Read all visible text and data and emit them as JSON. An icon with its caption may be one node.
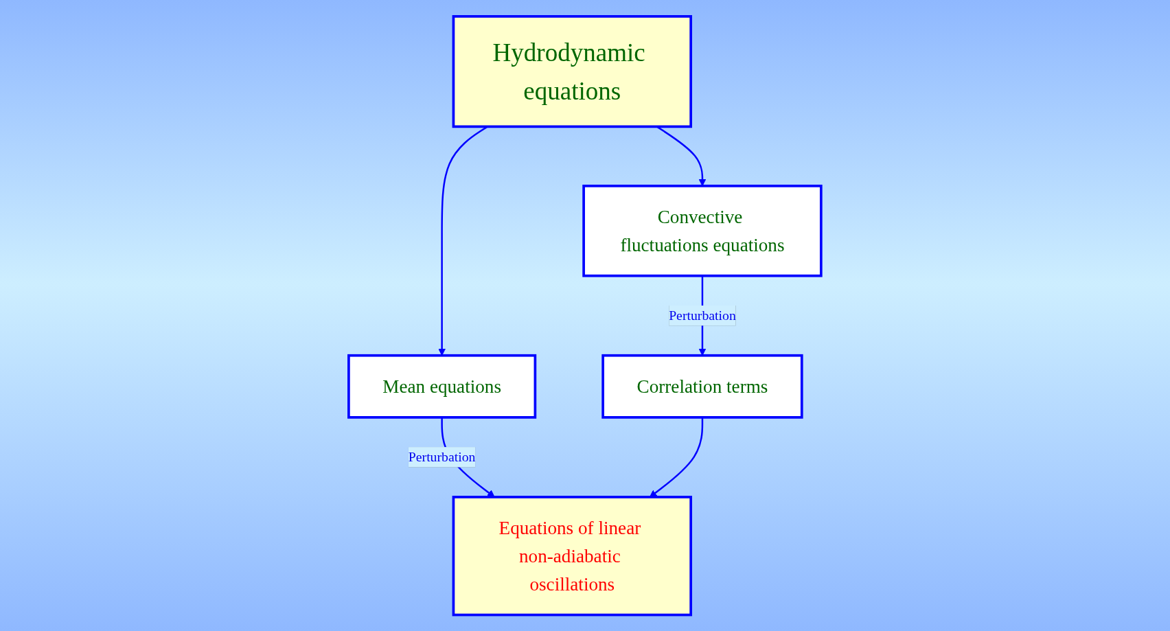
{
  "diagram": {
    "nodes": [
      {
        "text": [
          "Hydrodynamic equations"
        ]
      },
      {
        "text": [
          "Mean equations"
        ]
      },
      {
        "text": [
          "Convective fluctuations equations"
        ]
      },
      {
        "text": [
          "Equations of linear non-adiabatic oscillations"
        ]
      },
      {
        "text": [
          "Correlation terms"
        ]
      }
    ],
    "edges": [
      {
        "from": 0,
        "to": 1,
        "arrow": "to"
      },
      {
        "from": 0,
        "to": 2,
        "arrow": "to"
      },
      {
        "from": 1,
        "to": 3,
        "label": "Perturbation",
        "arrow": "to"
      },
      {
        "from": 2,
        "to": 4,
        "label": "Perturbation",
        "arrow": "to"
      },
      {
        "from": 4,
        "to": 3,
        "arrow": "to"
      }
    ]
  }
}
